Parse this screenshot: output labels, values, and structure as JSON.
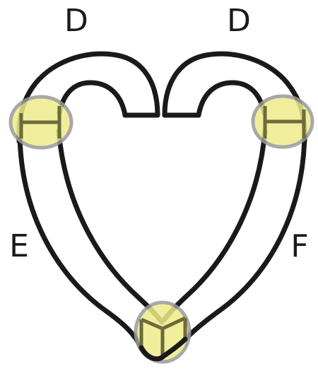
{
  "labels": {
    "top_left": "D",
    "top_right": "D",
    "left": "E",
    "right": "F"
  },
  "colors": {
    "outline": "#1a1a1a",
    "junction_fill": "#eeec8a",
    "junction_stroke": "#9a9a9a",
    "joint_line": "#6b6b3a"
  }
}
